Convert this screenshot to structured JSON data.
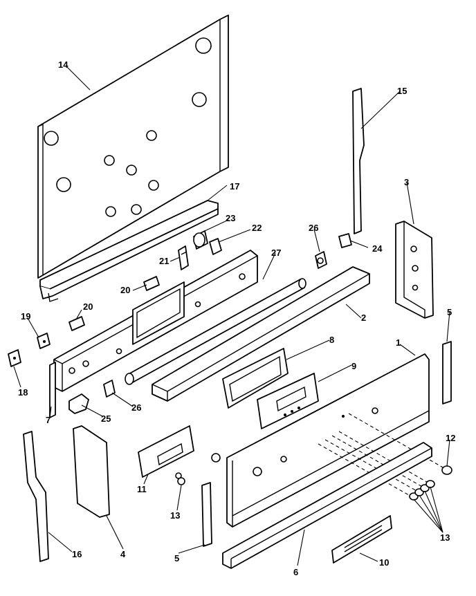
{
  "callouts": [
    {
      "id": "c14",
      "label": "14"
    },
    {
      "id": "c15",
      "label": "15"
    },
    {
      "id": "c17",
      "label": "17"
    },
    {
      "id": "c3",
      "label": "3"
    },
    {
      "id": "c23",
      "label": "23"
    },
    {
      "id": "c22",
      "label": "22"
    },
    {
      "id": "c26a",
      "label": "26"
    },
    {
      "id": "c24",
      "label": "24"
    },
    {
      "id": "c21",
      "label": "21"
    },
    {
      "id": "c27",
      "label": "27"
    },
    {
      "id": "c20a",
      "label": "20"
    },
    {
      "id": "c20b",
      "label": "20"
    },
    {
      "id": "c19",
      "label": "19"
    },
    {
      "id": "c2",
      "label": "2"
    },
    {
      "id": "c5a",
      "label": "5"
    },
    {
      "id": "c18",
      "label": "18"
    },
    {
      "id": "c8",
      "label": "8"
    },
    {
      "id": "c1",
      "label": "1"
    },
    {
      "id": "c7",
      "label": "7"
    },
    {
      "id": "c26b",
      "label": "26"
    },
    {
      "id": "c25",
      "label": "25"
    },
    {
      "id": "c9",
      "label": "9"
    },
    {
      "id": "c12",
      "label": "12"
    },
    {
      "id": "c11",
      "label": "11"
    },
    {
      "id": "c13a",
      "label": "13"
    },
    {
      "id": "c16",
      "label": "16"
    },
    {
      "id": "c4",
      "label": "4"
    },
    {
      "id": "c5b",
      "label": "5"
    },
    {
      "id": "c13b",
      "label": "13"
    },
    {
      "id": "c6",
      "label": "6"
    },
    {
      "id": "c10",
      "label": "10"
    }
  ]
}
